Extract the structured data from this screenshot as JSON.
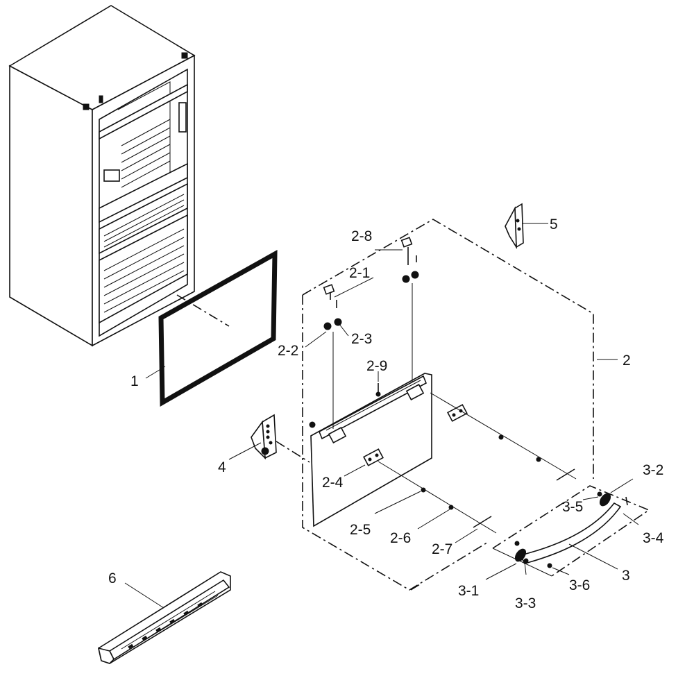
{
  "labels": {
    "p1": "1",
    "p2": "2",
    "p2_1": "2-1",
    "p2_2": "2-2",
    "p2_3": "2-3",
    "p2_4": "2-4",
    "p2_5": "2-5",
    "p2_6": "2-6",
    "p2_7": "2-7",
    "p2_8": "2-8",
    "p2_9": "2-9",
    "p3": "3",
    "p3_1": "3-1",
    "p3_2": "3-2",
    "p3_3": "3-3",
    "p3_4": "3-4",
    "p3_5": "3-5",
    "p3_6": "3-6",
    "p4": "4",
    "p5": "5",
    "p6": "6"
  }
}
